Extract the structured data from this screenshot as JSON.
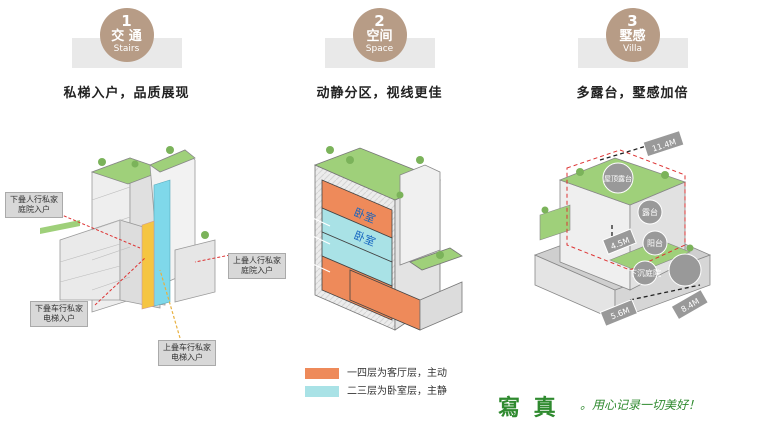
{
  "panels": [
    {
      "num": "1",
      "cn": "交 通",
      "en": "Stairs",
      "subtitle": "私梯入户，品质展现"
    },
    {
      "num": "2",
      "cn": "空间",
      "en": "Space",
      "subtitle": "动静分区，视线更佳"
    },
    {
      "num": "3",
      "cn": "墅感",
      "en": "Villa",
      "subtitle": "多露台，墅感加倍"
    }
  ],
  "callouts": {
    "lower_walk": "下叠人行私家\n庭院入户",
    "upper_walk": "上叠人行私家\n庭院入户",
    "lower_car": "下叠车行私家\n电梯入户",
    "upper_car": "上叠车行私家\n电梯入户"
  },
  "rooms": {
    "bedroom": "卧室"
  },
  "villa_labels": {
    "dim_top": "11.4M",
    "roof_terrace": "屋顶露台",
    "terrace": "露台",
    "balcony": "阳台",
    "dim_left": "4.5M",
    "sunken_court": "下沉庭院",
    "dim_b1": "5.6M",
    "dim_b2": "8.4M"
  },
  "legend": [
    {
      "label": "一四层为客厅层，主动",
      "color": "#ee8a5a"
    },
    {
      "label": "二三层为卧室层，主静",
      "color": "#a9e2e6"
    }
  ],
  "brand": "寫 真",
  "slogan": "。用心记录一切美好！",
  "colors": {
    "badge": "#b79c86",
    "green": "#9fd07a",
    "orange": "#ee8a5a",
    "cyan": "#7fd8ea",
    "yellow": "#f5c542"
  }
}
